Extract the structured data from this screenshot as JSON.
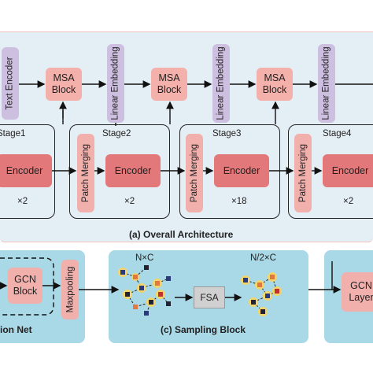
{
  "top": {
    "text_encoder": "Text Encoder",
    "msa_blocks": [
      "MSA\nBlock",
      "MSA\nBlock",
      "MSA\nBlock"
    ],
    "linear_embedding": "Linear Embedding",
    "caption": "(a)  Overall Architecture",
    "stages": [
      {
        "label": "Stage1",
        "encoder": "Encoder",
        "repeat": "×2"
      },
      {
        "label": "Stage2",
        "patch_merging": "Patch Merging",
        "encoder": "Encoder",
        "repeat": "×2"
      },
      {
        "label": "Stage3",
        "patch_merging": "Patch Merging",
        "encoder": "Encoder",
        "repeat": "×18"
      },
      {
        "label": "Stage4",
        "patch_merging": "Patch Merging",
        "encoder": "Encoder",
        "repeat": "×2"
      }
    ]
  },
  "bottom": {
    "left_panel": {
      "gcn_block": "GCN\nBlock",
      "maxpooling": "Maxpooling",
      "caption": "ion Net"
    },
    "sampling": {
      "caption": "(c)  Sampling Block",
      "nxc": "N×C",
      "n2xc": "N/2×C",
      "fsa": "FSA"
    },
    "right_panel": {
      "gcn_layer": "GCN\nLayer"
    }
  },
  "colors": {
    "panel_top": "#e4eef5",
    "panel_bottom": "#a9d8e6",
    "purple": "#cdbfe0",
    "pink": "#f2b0ad",
    "encoder": "#e2787a"
  }
}
